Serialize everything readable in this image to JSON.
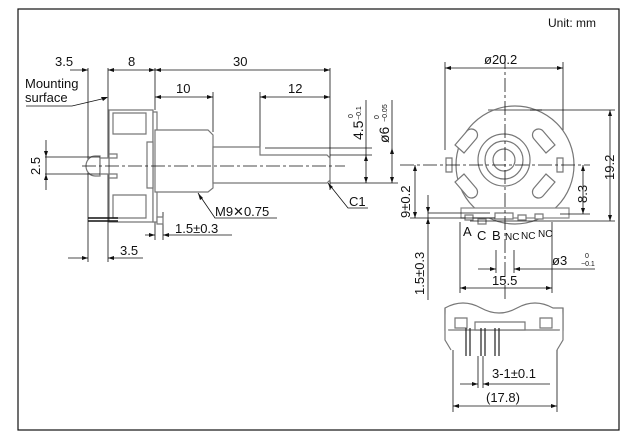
{
  "unit_label": "Unit: mm",
  "side_view": {
    "dim_3_5_top": "3.5",
    "dim_8": "8",
    "dim_30": "30",
    "dim_10": "10",
    "dim_12": "12",
    "mounting_line1": "Mounting",
    "mounting_line2": "surface",
    "dim_2_5": "2.5",
    "thread": "M9✕0.75",
    "dim_1_5": "1.5±0.3",
    "dim_3_5_bottom": "3.5",
    "chamfer": "C1",
    "dim_4_5": "4.5",
    "dim_4_5_tol_upper": "0",
    "dim_4_5_tol_lower": "−0.1",
    "dim_6": "ø6",
    "dim_6_tol_upper": "0",
    "dim_6_tol_lower": "−0.05"
  },
  "front_view": {
    "dim_diameter": "ø20.2",
    "dim_19_2": "19.2",
    "dim_8_3": "8.3",
    "dim_9": "9±0.2",
    "dim_1_5": "1.5±0.3",
    "dim_15_5": "15.5",
    "dim_3": "ø3",
    "dim_3_tol_upper": "0",
    "dim_3_tol_lower": "−0.1",
    "pins": [
      "A",
      "C",
      "B",
      "NC",
      "NC",
      "NC"
    ]
  },
  "bottom_view": {
    "dim_pins": "3-1±0.1",
    "dim_width": "(17.8)"
  }
}
